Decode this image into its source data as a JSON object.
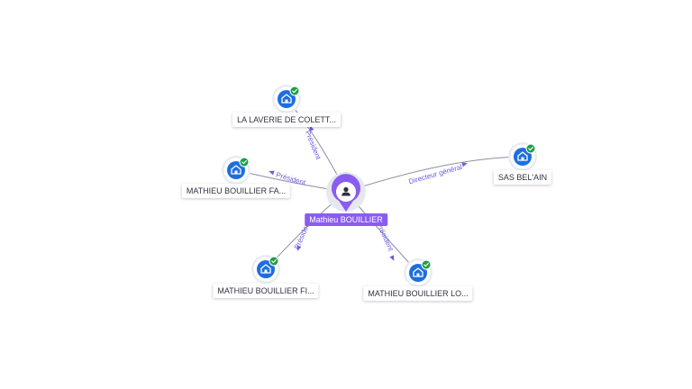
{
  "person": {
    "name": "Mathieu BOUILLIER",
    "icon": "person-icon",
    "color": "#8a5cf0"
  },
  "companies": [
    {
      "name": "LA LAVERIE DE COLETT...",
      "role": "Président",
      "icon": "building-icon",
      "status": "check-badge-icon"
    },
    {
      "name": "MATHIEU BOUILLIER FA...",
      "role": "Président",
      "icon": "building-icon",
      "status": "check-badge-icon"
    },
    {
      "name": "SAS BEL'AIN",
      "role": "Directeur général",
      "icon": "building-icon",
      "status": "check-badge-icon"
    },
    {
      "name": "MATHIEU BOUILLIER FI...",
      "role": "Président",
      "icon": "building-icon",
      "status": "check-badge-icon"
    },
    {
      "name": "MATHIEU BOUILLIER LO...",
      "role": "Président",
      "icon": "building-icon",
      "status": "check-badge-icon"
    }
  ],
  "colors": {
    "company_node": "#1d6fe0",
    "status_badge": "#1e9e4a",
    "edge_label": "#6b5ce0",
    "edge_line": "#8a8fa0"
  }
}
